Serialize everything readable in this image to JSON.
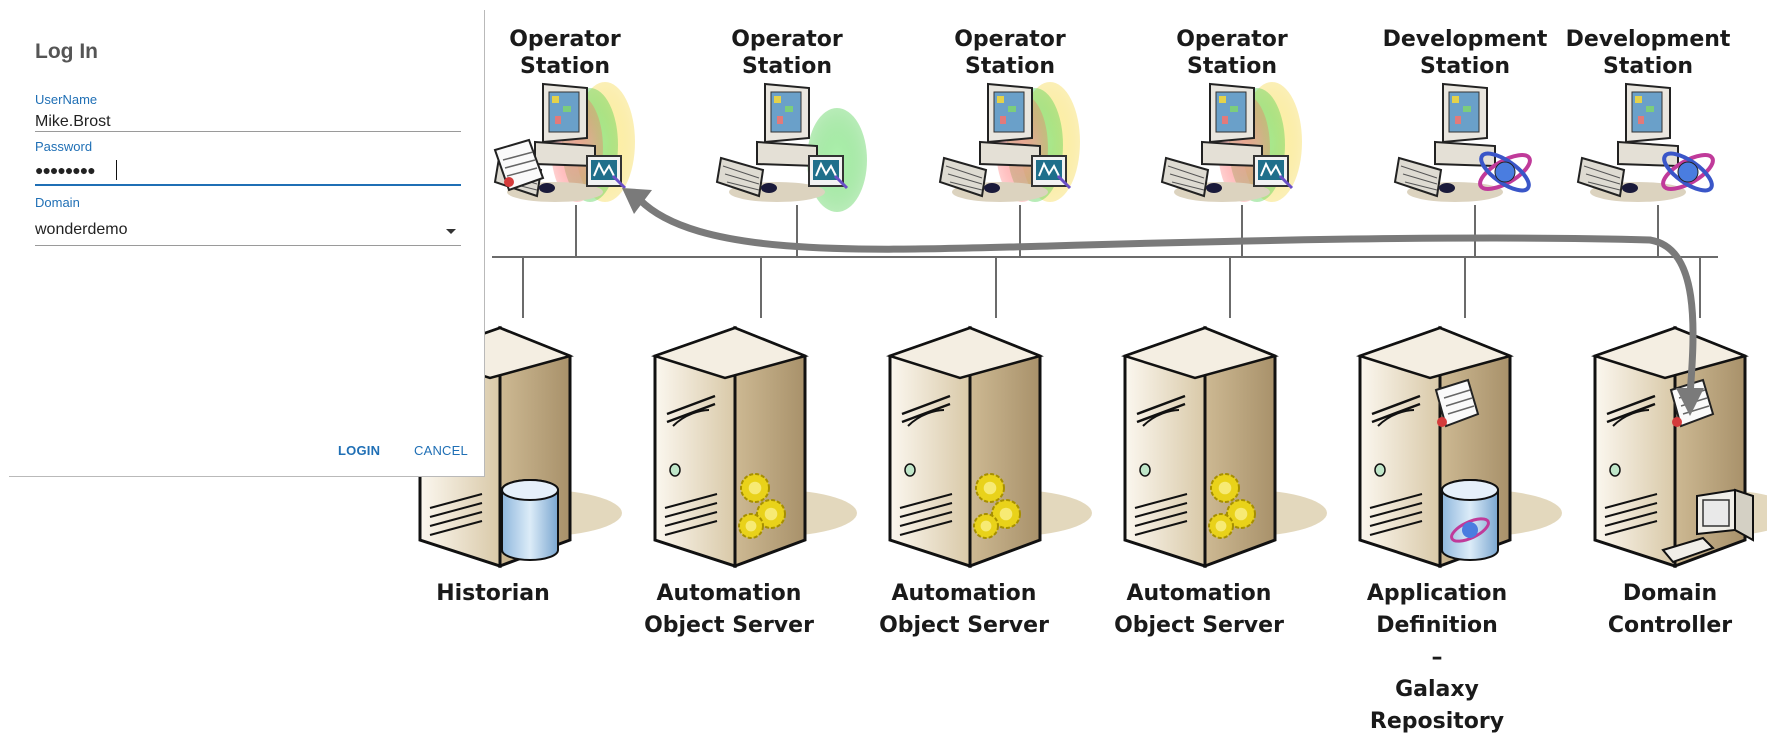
{
  "login": {
    "title": "Log In",
    "username_label": "UserName",
    "username_value": "Mike.Brost",
    "password_label": "Password",
    "password_value": "●●●●●●●●",
    "domain_label": "Domain",
    "domain_value": "wonderdemo",
    "login_button": "LOGIN",
    "cancel_button": "CANCEL"
  },
  "stations": [
    {
      "line1": "Operator",
      "line2": "Station"
    },
    {
      "line1": "Operator",
      "line2": "Station"
    },
    {
      "line1": "Operator",
      "line2": "Station"
    },
    {
      "line1": "Operator",
      "line2": "Station"
    },
    {
      "line1": "Development",
      "line2": "Station"
    },
    {
      "line1": "Development",
      "line2": "Station"
    }
  ],
  "servers": [
    {
      "lines": [
        "Historian"
      ]
    },
    {
      "lines": [
        "Automation",
        "Object Server"
      ]
    },
    {
      "lines": [
        "Automation",
        "Object Server"
      ]
    },
    {
      "lines": [
        "Automation",
        "Object Server"
      ]
    },
    {
      "lines": [
        "Application",
        "Definition",
        "–",
        "Galaxy",
        "Repository"
      ]
    },
    {
      "lines": [
        "Domain",
        "Controller"
      ]
    }
  ],
  "colors": {
    "accent": "#1f6fb5",
    "server_light": "#efe6d4",
    "server_dark": "#c9b58e",
    "arrow": "#7a7a7a"
  }
}
